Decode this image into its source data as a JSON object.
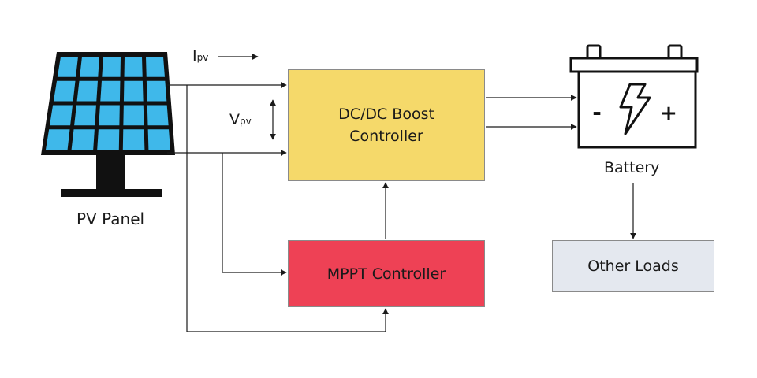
{
  "colors": {
    "boost_fill": "#f5d96a",
    "mppt_fill": "#ee4155",
    "loads_fill": "#e4e8ef",
    "panel_cell": "#3fb8ea",
    "panel_frame": "#111111",
    "wire": "#1a1a1a"
  },
  "icons": {
    "pv_panel": "solar-panel-icon",
    "battery": "battery-icon"
  },
  "labels": {
    "pv_panel": "PV Panel",
    "battery": "Battery",
    "current_main": "I",
    "current_sub": "pv",
    "voltage_main": "V",
    "voltage_sub": "pv",
    "battery_minus": "-",
    "battery_plus": "+"
  },
  "blocks": {
    "boost_line1": "DC/DC Boost",
    "boost_line2": "Controller",
    "mppt": "MPPT Controller",
    "loads": "Other Loads"
  }
}
